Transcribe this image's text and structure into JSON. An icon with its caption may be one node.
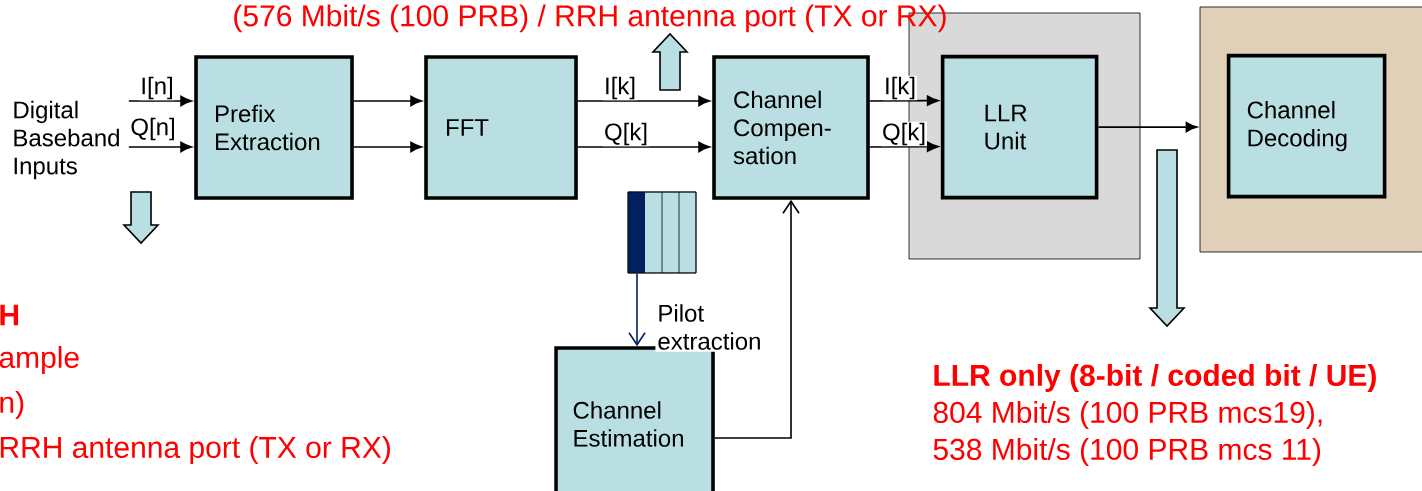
{
  "diagram": {
    "nodes": [
      {
        "text": [
          "Digital Baseband Inputs"
        ]
      },
      {
        "text": [
          "Prefix Extraction"
        ]
      },
      {
        "text": [
          "FFT"
        ]
      },
      {
        "text": [
          "Channel Compen- sation"
        ]
      },
      {
        "text": [],
        "shape": "box"
      },
      {
        "text": [
          "LLR Unit"
        ],
        "in": 4
      },
      {
        "text": [],
        "shape": "box"
      },
      {
        "text": [
          "Channel Decoding"
        ],
        "in": 6
      },
      {
        "text": [],
        "shape": "box"
      },
      {
        "text": [
          "Channel Estimation"
        ]
      }
    ],
    "edges": [
      {
        "from": 0,
        "to": 1,
        "arrow": "to",
        "label": "I[n]"
      },
      {
        "from": 0,
        "to": 1,
        "arrow": "to",
        "label": "Q[n]"
      },
      {
        "from": 1,
        "to": 2,
        "arrow": "to"
      },
      {
        "from": 1,
        "to": 2,
        "arrow": "to"
      },
      {
        "from": 2,
        "to": 3,
        "arrow": "to",
        "label": "I[k]"
      },
      {
        "from": 2,
        "to": 3,
        "arrow": "to",
        "label": "Q[k]"
      },
      {
        "from": 3,
        "to": 5,
        "arrow": "to",
        "label": "I[k]"
      },
      {
        "from": 3,
        "to": 5,
        "arrow": "to",
        "label": "Q[k]"
      },
      {
        "from": 5,
        "to": 6,
        "arrow": "to"
      },
      {
        "from": 8,
        "to": 9,
        "arrow": "to",
        "label": "Pilot extraction",
        "color": "#002060"
      },
      {
        "from": 9,
        "to": 3,
        "arrow": "to"
      }
    ],
    "labels": [
      "(576 Mbit/s (100 PRB) / RRH antenna port (TX or RX)",
      "H",
      "ample",
      "n)",
      "RRH antenna port (TX or RX)",
      "LLR only (8-bit / coded bit / UE)",
      "804 Mbit/s (100 PRB mcs19),",
      "538 Mbit/s (100 PRB mcs 11)"
    ]
  }
}
